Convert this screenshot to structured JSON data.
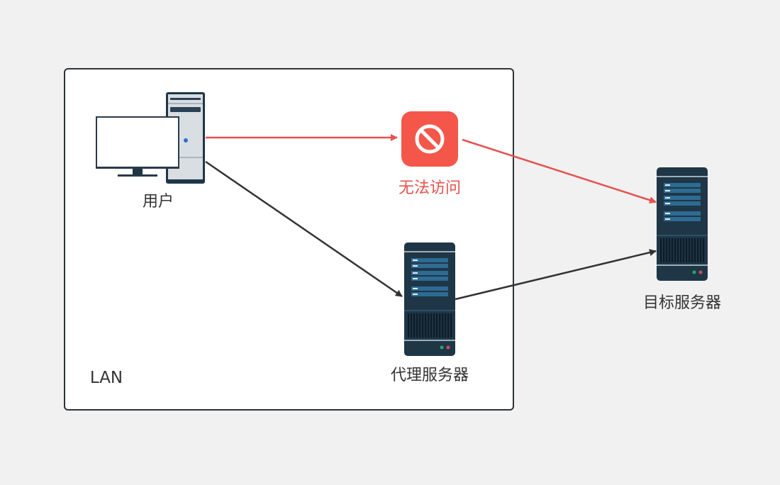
{
  "diagram": {
    "title": "",
    "lan_label": "LAN",
    "nodes": [
      {
        "id": "user",
        "label": "用户",
        "icon": "desktop-computer-icon"
      },
      {
        "id": "blocked",
        "label": "无法访问",
        "icon": "no-entry-icon",
        "label_color": "#e5524f"
      },
      {
        "id": "proxy",
        "label": "代理服务器",
        "icon": "server-icon"
      },
      {
        "id": "target",
        "label": "目标服务器",
        "icon": "server-icon"
      }
    ],
    "edges": [
      {
        "from": "user",
        "to": "blocked",
        "color": "#e5524f"
      },
      {
        "from": "blocked",
        "to": "target",
        "color": "#e5524f"
      },
      {
        "from": "user",
        "to": "proxy",
        "color": "#333333"
      },
      {
        "from": "proxy",
        "to": "target",
        "color": "#333333"
      }
    ],
    "colors": {
      "background": "#f1f1f1",
      "block_red": "#f4574a",
      "server_dark": "#1f3646",
      "server_bar": "#2e6b93"
    }
  }
}
